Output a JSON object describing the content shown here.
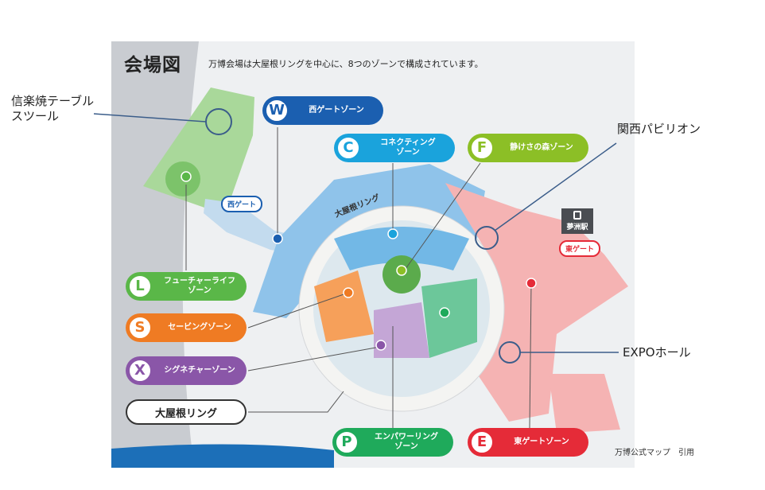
{
  "heading": {
    "title": "会場図",
    "subtitle": "万博会場は大屋根リングを中心に、8つのゾーンで構成されています。"
  },
  "callouts": {
    "shigaraki": "信楽焼テーブル\nスツール",
    "kansai": "関西パビリオン",
    "expo_hall": "EXPOホール"
  },
  "zones": [
    {
      "letter": "W",
      "label": "西ゲートゾーン",
      "color": "#1b5fb0"
    },
    {
      "letter": "C",
      "label": "コネクティング\nゾーン",
      "color": "#1aa3dc"
    },
    {
      "letter": "F",
      "label": "静けさの森ゾーン",
      "color": "#8cbf26"
    },
    {
      "letter": "L",
      "label": "フューチャーライフ\nゾーン",
      "color": "#5ab748"
    },
    {
      "letter": "S",
      "label": "セービングゾーン",
      "color": "#ef7b23"
    },
    {
      "letter": "X",
      "label": "シグネチャーゾーン",
      "color": "#8a56a8"
    },
    {
      "letter": "P",
      "label": "エンパワーリング\nゾーン",
      "color": "#1faa5b"
    },
    {
      "letter": "E",
      "label": "東ゲートゾーン",
      "color": "#e52b38"
    }
  ],
  "ring_label": "大屋根リング",
  "ring_map_label": "大屋根リング",
  "gates": {
    "west": "西ゲート",
    "east": "東ゲート"
  },
  "station": "夢洲駅",
  "credit": "万博公式マップ　引用",
  "colors": {
    "callout_line": "#3b5d8a",
    "ring": "#f4f4f2"
  }
}
